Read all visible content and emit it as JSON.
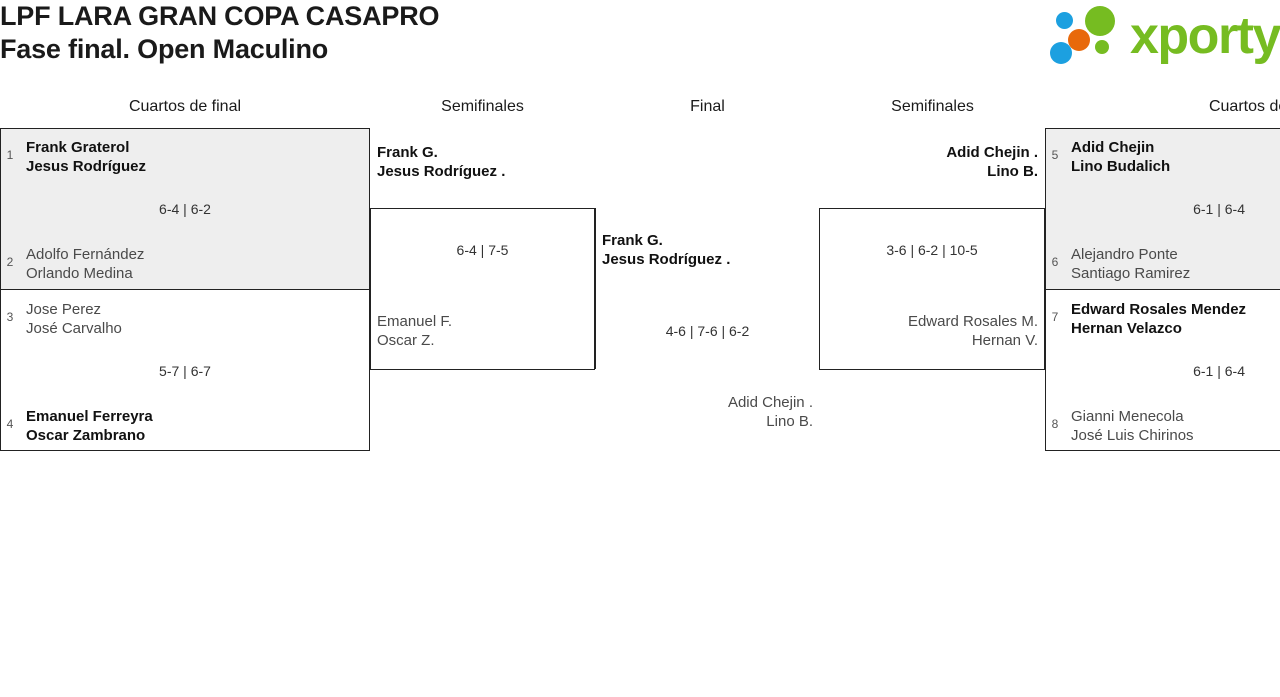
{
  "header": {
    "title_line1": "LPF LARA GRAN COPA CASAPRO",
    "title_line2": "Fase final. Open Maculino",
    "logo_text": "xporty",
    "logo_colors": {
      "green": "#76bc21",
      "orange": "#e8690b",
      "blue": "#1ca0e0"
    }
  },
  "rounds": [
    {
      "label": "Cuartos de final"
    },
    {
      "label": "Semifinales"
    },
    {
      "label": "Final"
    },
    {
      "label": "Semifinales"
    },
    {
      "label": "Cuartos de final"
    }
  ],
  "colors": {
    "winner_background": "#eeeeee",
    "border": "#222222",
    "winner_text": "#111111",
    "loser_text": "#4a4a4a",
    "seed_text": "#555555",
    "score_text": "#333333"
  },
  "left_quarterfinals": [
    {
      "score": "6-4 | 6-2",
      "shaded": true,
      "top": {
        "seed": "1",
        "player1": "Frank Graterol",
        "player2": "Jesus Rodríguez",
        "winner": true
      },
      "bottom": {
        "seed": "2",
        "player1": "Adolfo Fernández",
        "player2": "Orlando Medina",
        "winner": false
      }
    },
    {
      "score": "5-7 | 6-7",
      "shaded": false,
      "top": {
        "seed": "3",
        "player1": "Jose Perez",
        "player2": "José Carvalho",
        "winner": false
      },
      "bottom": {
        "seed": "4",
        "player1": "Emanuel Ferreyra",
        "player2": "Oscar Zambrano",
        "winner": true
      }
    }
  ],
  "left_semifinal": {
    "score": "6-4 | 7-5",
    "top": {
      "player1": "Frank G.",
      "player2": "Jesus Rodríguez .",
      "winner": true
    },
    "bottom": {
      "player1": "Emanuel F.",
      "player2": "Oscar Z.",
      "winner": false
    }
  },
  "final": {
    "score": "4-6 | 7-6 | 6-2",
    "top": {
      "player1": "Frank G.",
      "player2": "Jesus Rodríguez .",
      "winner": true
    },
    "bottom": {
      "player1": "Adid Chejin .",
      "player2": "Lino B.",
      "winner": false
    }
  },
  "right_semifinal": {
    "score": "3-6 | 6-2 | 10-5",
    "top": {
      "player1": "Adid Chejin .",
      "player2": "Lino B.",
      "winner": true
    },
    "bottom": {
      "player1": "Edward Rosales M.",
      "player2": "Hernan V.",
      "winner": false
    }
  },
  "right_quarterfinals": [
    {
      "score": "6-1 | 6-4",
      "shaded": true,
      "top": {
        "seed": "5",
        "player1": "Adid Chejin",
        "player2": "Lino Budalich",
        "winner": true
      },
      "bottom": {
        "seed": "6",
        "player1": "Alejandro Ponte",
        "player2": "Santiago Ramirez",
        "winner": false
      }
    },
    {
      "score": "6-1 | 6-4",
      "shaded": false,
      "top": {
        "seed": "7",
        "player1": "Edward Rosales Mendez",
        "player2": "Hernan Velazco",
        "winner": true
      },
      "bottom": {
        "seed": "8",
        "player1": "Gianni Menecola",
        "player2": "José Luis Chirinos",
        "winner": false
      }
    }
  ]
}
